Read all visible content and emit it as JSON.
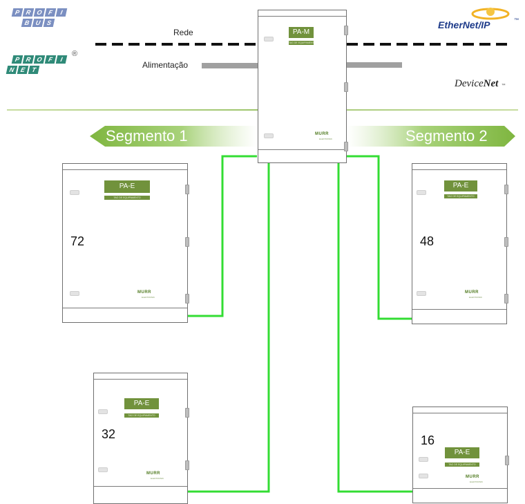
{
  "logos": {
    "profibus": {
      "top": "PROFI",
      "bottom": "BUS",
      "color": "#7b8fc1"
    },
    "profinet": {
      "top": "PROFI",
      "bottom": "NET",
      "registered": "®",
      "color": "#2f8a78"
    },
    "ethernet_ip": "EtherNet/IP",
    "ethernet_ip_tm": "™",
    "devicenet_a": "Device",
    "devicenet_b": "Net",
    "devicenet_tm": "™"
  },
  "legend": {
    "network_label": "Rede",
    "power_label": "Alimentação"
  },
  "segments": {
    "left": "Segmento 1",
    "right": "Segmento 2",
    "color": "#8bc34a"
  },
  "master": {
    "label": "PA-M",
    "sublabel": "TAG DE EQUIPAMENTO",
    "brand": "MURR",
    "brand_sub": "ELEKTRONIK"
  },
  "extensions": [
    {
      "label": "PA-E",
      "sublabel": "TAG DE EQUIPAMENTO",
      "count": "72",
      "brand": "MURR",
      "brand_sub": "ELEKTRONIK"
    },
    {
      "label": "PA-E",
      "sublabel": "TAG DE EQUIPAMENTO",
      "count": "48",
      "brand": "MURR",
      "brand_sub": "ELEKTRONIK"
    },
    {
      "label": "PA-E",
      "sublabel": "TAG DE EQUIPAMENTO",
      "count": "32",
      "brand": "MURR",
      "brand_sub": "ELEKTRONIK"
    },
    {
      "label": "PA-E",
      "sublabel": "TAG DE EQUIPAMENTO",
      "count": "16",
      "brand": "MURR",
      "brand_sub": "ELEKTRONIK"
    }
  ],
  "colors": {
    "link": "#33dd33",
    "cabinet_label": "#71923c",
    "power_bar": "#a0a0a0"
  }
}
